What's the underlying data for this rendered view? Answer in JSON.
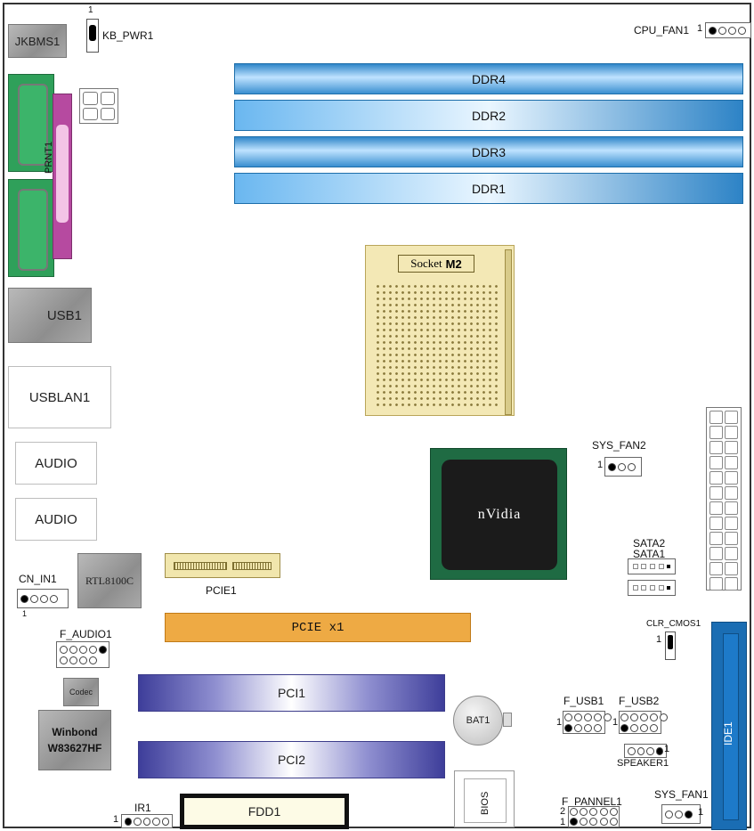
{
  "board": {
    "rear": {
      "jkbms": "JKBMS1",
      "kb_pwr": "KB_PWR1",
      "kb_pin": "1",
      "prnt": "PRNT1",
      "usb": "USB1",
      "usblan": "USBLAN1",
      "audio1": "AUDIO",
      "audio2": "AUDIO"
    },
    "memory": [
      "DDR4",
      "DDR2",
      "DDR3",
      "DDR1"
    ],
    "cpu": {
      "socket_label": "Socket",
      "socket_model": "M2"
    },
    "chipset": "nVidia",
    "fans": {
      "cpu_fan": "CPU_FAN1",
      "cpu_fan_pin": "1",
      "sys_fan2": "SYS_FAN2",
      "sys_fan2_pin": "1",
      "sys_fan1": "SYS_FAN1",
      "sys_fan1_pin": "1"
    },
    "sata": {
      "sata2": "SATA2",
      "sata1": "SATA1"
    },
    "lan": {
      "cn_in": "CN_IN1",
      "cn_pin": "1",
      "rtl": "RTL8100C"
    },
    "slots": {
      "pcie1": "PCIE1",
      "pcie_x1": "PCIE x1",
      "pci1": "PCI1",
      "pci2": "PCI2"
    },
    "front": {
      "f_audio": "F_AUDIO1",
      "codec": "Codec",
      "winbond_1": "Winbond",
      "winbond_2": "W83627HF",
      "clr_cmos": "CLR_CMOS1",
      "clr_pin": "1",
      "bat": "BAT1",
      "f_usb1": "F_USB1",
      "f_usb2": "F_USB2",
      "usb1_pin": "1",
      "usb2_pin": "1",
      "speaker": "SPEAKER1",
      "speaker_pin": "1",
      "ide": "IDE1",
      "ir": "IR1",
      "ir_pin": "1",
      "fdd": "FDD1",
      "bios": "BIOS",
      "f_panel": "F_PANNEL1",
      "panel_pin2": "2",
      "panel_pin1": "1"
    }
  }
}
